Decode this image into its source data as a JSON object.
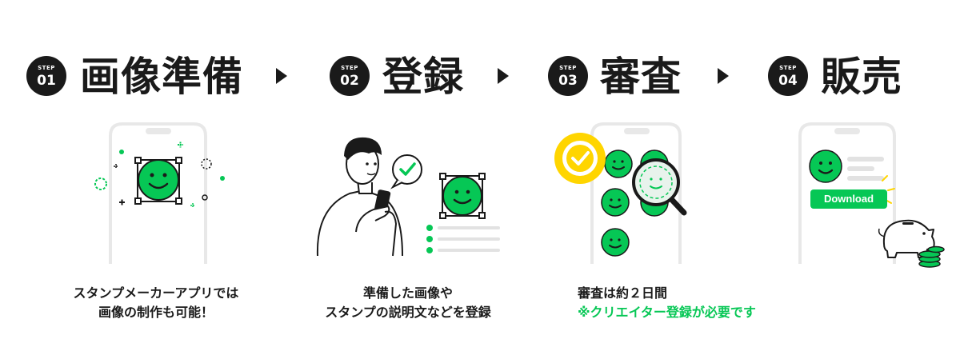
{
  "steps": [
    {
      "step_label": "STEP",
      "number": "01",
      "title": "画像準備",
      "caption_lines": [
        "スタンプメーカーアプリでは",
        "画像の制作も可能！"
      ]
    },
    {
      "step_label": "STEP",
      "number": "02",
      "title": "登録",
      "caption_lines": [
        "準備した画像や",
        "スタンプの説明文などを登録"
      ]
    },
    {
      "step_label": "STEP",
      "number": "03",
      "title": "審査",
      "caption_lines": [
        "審査は約２日間"
      ],
      "note": "※クリエイター登録が必要です"
    },
    {
      "step_label": "STEP",
      "number": "04",
      "title": "販売",
      "download_button_label": "Download"
    }
  ],
  "colors": {
    "accent_green": "#06c755",
    "dark": "#1a1a1a",
    "yellow": "#ffd500",
    "phone_gray": "#e8e8e8"
  }
}
